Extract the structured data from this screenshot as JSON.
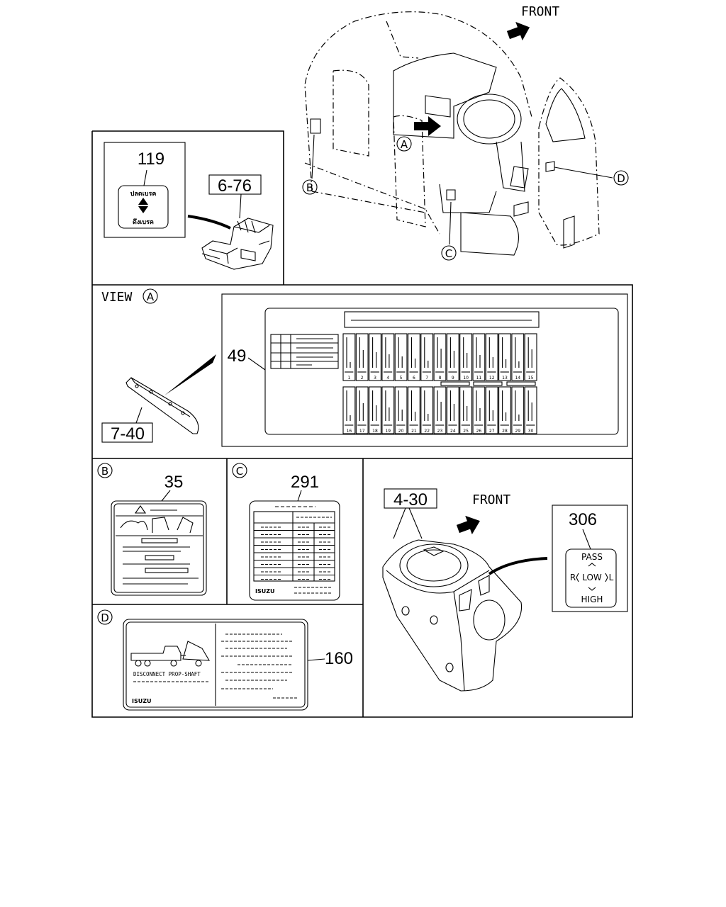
{
  "front_label_top": "FRONT",
  "front_label_stalk": "FRONT",
  "view_label": "VIEW",
  "callouts": {
    "a": "A",
    "b": "B",
    "c": "C",
    "d": "D"
  },
  "part_refs": {
    "p119": "119",
    "p6_76": "6-76",
    "p49": "49",
    "p7_40": "7-40",
    "p35": "35",
    "p291": "291",
    "p4_30": "4-30",
    "p306": "306",
    "p160": "160"
  },
  "label_119": {
    "top": "ปลดเบรค",
    "bottom": "ดึงเบรค"
  },
  "label_306": {
    "pass": "PASS",
    "low": "LOW",
    "r": "R",
    "l": "L",
    "high": "HIGH"
  },
  "label_160": {
    "caption": "DISCONNECT PROP-SHAFT",
    "brand": "ISUZU"
  },
  "label_291": {
    "brand": "ISUZU"
  },
  "fuse_numbers_top": [
    "1",
    "2",
    "3",
    "4",
    "5",
    "6",
    "7",
    "8",
    "9",
    "10",
    "11",
    "12",
    "13",
    "14",
    "15"
  ],
  "fuse_numbers_bottom": [
    "16",
    "17",
    "18",
    "19",
    "20",
    "21",
    "22",
    "23",
    "24",
    "25",
    "26",
    "27",
    "28",
    "29",
    "30"
  ]
}
